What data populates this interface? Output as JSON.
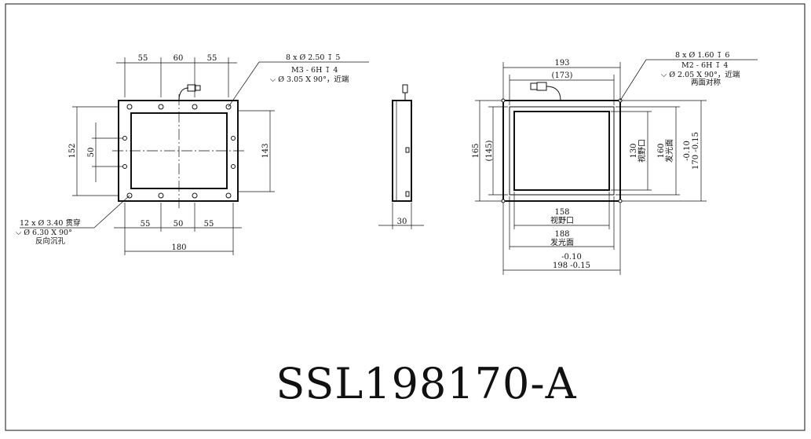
{
  "title": "SSL198170-A",
  "front_view": {
    "top_dims": [
      "55",
      "60",
      "55"
    ],
    "bottom_dims": [
      "55",
      "50",
      "55"
    ],
    "overall_width": "180",
    "height_outer": "152",
    "height_inner": "50",
    "height_right": "143",
    "note_top": [
      "8 x Ø 2.50 ↧ 5",
      "M3 - 6H ↧ 4",
      "⌵ Ø 3.05 X 90°，近端"
    ],
    "note_bottom": [
      "12 x Ø 3.40 贯穿",
      "⌵ Ø 6.30 X 90°",
      "反向沉孔"
    ]
  },
  "side_view": {
    "thickness": "30"
  },
  "back_view": {
    "top_outer": "193",
    "top_inner": "(173)",
    "left_outer": "165",
    "left_inner": "(145)",
    "view_w": "158",
    "view_w_label": "视野口",
    "light_w": "188",
    "light_w_label": "发光面",
    "tol_bottom": "-0.10",
    "overall_w": "198 -0.15",
    "view_h": "130",
    "view_h_label": "视野口",
    "light_h": "160",
    "light_h_label": "发光面",
    "tol_right": "-0.10",
    "overall_h": "170 -0.15",
    "note": [
      "8 x Ø 1.60 ↧ 6",
      "M2 - 6H ↧ 4",
      "⌵ Ø 2.05 X 90°，近端",
      "两面对称"
    ]
  }
}
